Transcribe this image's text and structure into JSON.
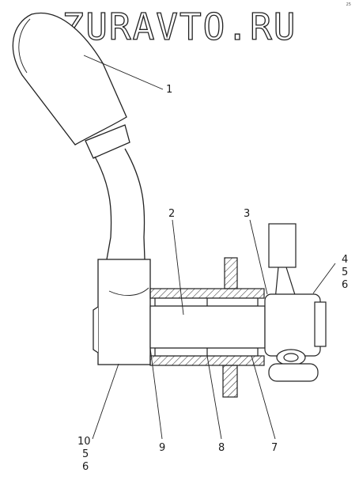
{
  "watermark": "ZURAVTO.RU",
  "corner_mark": "25",
  "callouts": [
    {
      "id": "c1",
      "label": "1"
    },
    {
      "id": "c2",
      "label": "2"
    },
    {
      "id": "c3",
      "label": "3"
    },
    {
      "id": "c4",
      "labels": [
        "4",
        "5",
        "6"
      ]
    },
    {
      "id": "c9",
      "label": "9"
    },
    {
      "id": "c8",
      "label": "8"
    },
    {
      "id": "c7",
      "label": "7"
    },
    {
      "id": "c10",
      "labels": [
        "10",
        "5",
        "6"
      ]
    }
  ]
}
